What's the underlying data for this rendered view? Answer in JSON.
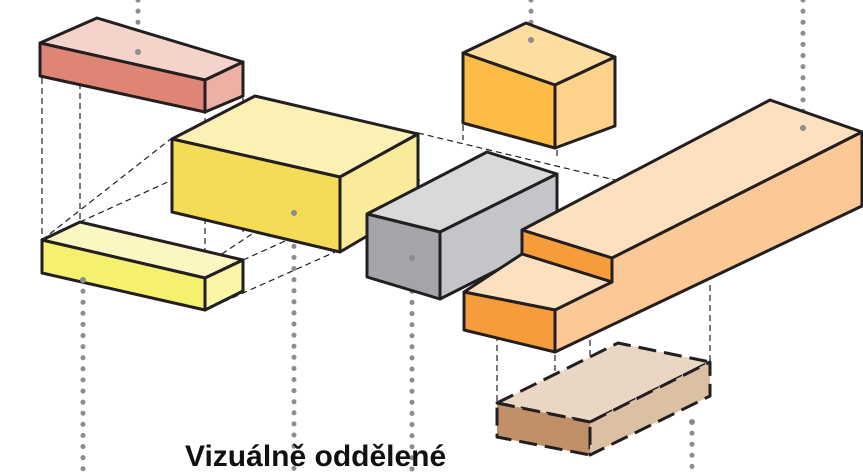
{
  "caption": "Vizuálně oddělené",
  "colors": {
    "outline": "#231f20",
    "guide": "#231f20",
    "leader": "#8c8c8c",
    "red_block": [
      "#f5d3cb",
      "#de8575",
      "#ecb1a4"
    ],
    "yellow_block": [
      "#fbf1b5",
      "#f4dc57",
      "#f9eb9a"
    ],
    "pale_yellow_block": [
      "#fbf7c2",
      "#f5f06e",
      "#f9f6a8"
    ],
    "gold_cube": [
      "#fedda0",
      "#fcbc46",
      "#fdd28a"
    ],
    "gray_block": [
      "#d8d9db",
      "#a4a5a8",
      "#c4c5c8"
    ],
    "orange_beam": [
      "#fde0c0",
      "#f79c3b",
      "#fcc896"
    ],
    "tan_slab": [
      "#ead7c3",
      "#c09169",
      "#dcc0a3"
    ]
  },
  "blocks": [
    {
      "name": "red-block",
      "icon": "box-icon"
    },
    {
      "name": "yellow-block",
      "icon": "box-icon"
    },
    {
      "name": "pale-yellow-block",
      "icon": "box-icon"
    },
    {
      "name": "gold-cube",
      "icon": "cube-icon"
    },
    {
      "name": "gray-block",
      "icon": "box-icon"
    },
    {
      "name": "orange-stepped-beam",
      "icon": "beam-icon"
    },
    {
      "name": "tan-dashed-slab",
      "icon": "slab-icon"
    }
  ]
}
